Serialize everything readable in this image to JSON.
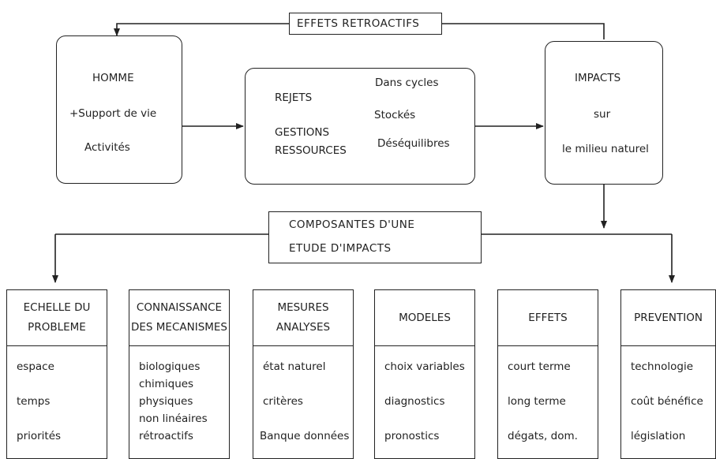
{
  "feedback_label": "EFFETS RETROACTIFS",
  "homme": {
    "title": "HOMME",
    "line1": "+Support de vie",
    "line2": "Activités"
  },
  "center": {
    "rejets": "REJETS",
    "dans_cycles": "Dans cycles",
    "stockes": "Stockés",
    "gestions": "GESTIONS",
    "ressources": "RESSOURCES",
    "desequilibres": "Déséquilibres"
  },
  "impacts": {
    "title": "IMPACTS",
    "sur": "sur",
    "milieu": "le milieu naturel"
  },
  "composantes": {
    "line1": "COMPOSANTES  D'UNE",
    "line2": "ETUDE  D'IMPACTS"
  },
  "categories": [
    {
      "head1": "ECHELLE  DU",
      "head2": "PROBLEME",
      "items": [
        "espace",
        "temps",
        "priorités"
      ]
    },
    {
      "head1": "CONNAISSANCE",
      "head2": "DES MECANISMES",
      "items": [
        "biologiques",
        "chimiques",
        "physiques",
        "non linéaires",
        "rétroactifs"
      ]
    },
    {
      "head1": "MESURES",
      "head2": "ANALYSES",
      "items": [
        "état naturel",
        "critères",
        "Banque données"
      ]
    },
    {
      "head1": "MODELES",
      "head2": "",
      "items": [
        "choix variables",
        "diagnostics",
        "pronostics"
      ]
    },
    {
      "head1": "EFFETS",
      "head2": "",
      "items": [
        "court terme",
        "long  terme",
        "dégats, dom."
      ]
    },
    {
      "head1": "PREVENTION",
      "head2": "",
      "items": [
        "technologie",
        "coût bénéfice",
        "législation"
      ]
    }
  ]
}
